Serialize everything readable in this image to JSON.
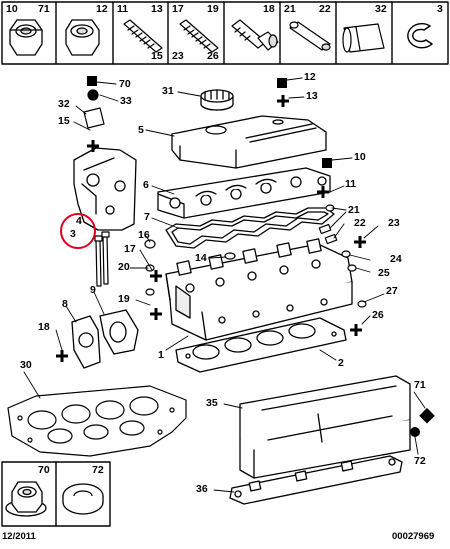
{
  "parts_strip": [
    {
      "left": "10",
      "right": "71"
    },
    {
      "left": "",
      "right": "12"
    },
    {
      "left": "11",
      "right": "13",
      "bottom_left": "",
      "bottom_right": "15"
    },
    {
      "left": "17",
      "right": "19",
      "bottom_left": "23",
      "bottom_right": "26"
    },
    {
      "left": "",
      "right": "18"
    },
    {
      "left": "21",
      "right": "22"
    },
    {
      "left": "",
      "right": "32"
    },
    {
      "left": "",
      "right": "3"
    }
  ],
  "callouts": {
    "c70": "70",
    "c33": "33",
    "c32": "32",
    "c15": "15",
    "c31": "31",
    "c12": "12",
    "c13": "13",
    "c5": "5",
    "c10": "10",
    "c6": "6",
    "c11": "11",
    "c4": "4",
    "c3": "3",
    "c7": "7",
    "c21": "21",
    "c22": "22",
    "c23": "23",
    "c16": "16",
    "c17": "17",
    "c14": "14",
    "c24": "24",
    "c20": "20",
    "c25": "25",
    "c8": "8",
    "c9": "9",
    "c19": "19",
    "c27": "27",
    "c18": "18",
    "c26": "26",
    "c1": "1",
    "c2": "2",
    "c30": "30",
    "c71": "71",
    "c35": "35",
    "c72": "72",
    "c36": "36"
  },
  "bottom_box": {
    "left_num": "70",
    "right_num": "72"
  },
  "footer": {
    "date": "12/2011",
    "ref": "00027969"
  },
  "colors": {
    "highlight_circle": "#e0001a",
    "ink": "#000000",
    "part_fill": "#ffffff",
    "part_shade": "#e6e6e6"
  }
}
